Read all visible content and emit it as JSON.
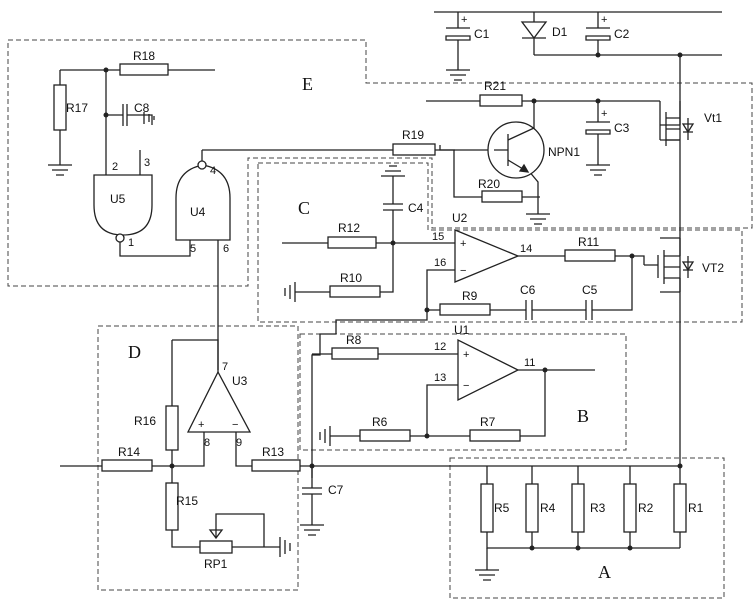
{
  "sections": {
    "A": "A",
    "B": "B",
    "C": "C",
    "D": "D",
    "E": "E"
  },
  "resistors": {
    "R1": "R1",
    "R2": "R2",
    "R3": "R3",
    "R4": "R4",
    "R5": "R5",
    "R6": "R6",
    "R7": "R7",
    "R8": "R8",
    "R9": "R9",
    "R10": "R10",
    "R11": "R11",
    "R12": "R12",
    "R13": "R13",
    "R14": "R14",
    "R15": "R15",
    "R16": "R16",
    "R17": "R17",
    "R18": "R18",
    "R19": "R19",
    "R20": "R20",
    "R21": "R21"
  },
  "capacitors": {
    "C1": "C1",
    "C2": "C2",
    "C3": "C3",
    "C4": "C4",
    "C5": "C5",
    "C6": "C6",
    "C7": "C7",
    "C8": "C8"
  },
  "semiconductors": {
    "D1": "D1",
    "NPN1": "NPN1",
    "Vt1": "Vt1",
    "VT2": "VT2"
  },
  "opamps": {
    "U1": "U1",
    "U2": "U2",
    "U3": "U3"
  },
  "gates": {
    "U4": "U4",
    "U5": "U5"
  },
  "potentiometer": {
    "RP1": "RP1"
  },
  "pins": {
    "p1": "1",
    "p2": "2",
    "p3": "3",
    "p4": "4",
    "p5": "5",
    "p6": "6",
    "p7": "7",
    "p8": "8",
    "p9": "9",
    "p11": "11",
    "p12": "12",
    "p13": "13",
    "p14": "14",
    "p15": "15",
    "p16": "16"
  },
  "signs": {
    "plus": "+",
    "minus": "−"
  }
}
